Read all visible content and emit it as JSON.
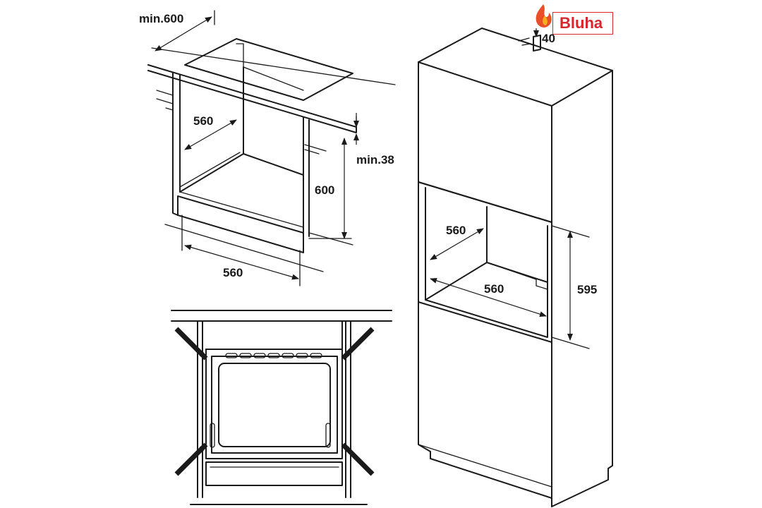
{
  "brand": {
    "name": "Bluha",
    "color": "#d8262d",
    "icon": "flame-icon"
  },
  "labels": {
    "top_min_width": "min.600",
    "top_depth": "560",
    "top_min_thickness": "min.38",
    "top_height": "600",
    "top_width": "560",
    "tall_gap": "40",
    "tall_depth": "560",
    "tall_width": "560",
    "tall_height": "595"
  }
}
